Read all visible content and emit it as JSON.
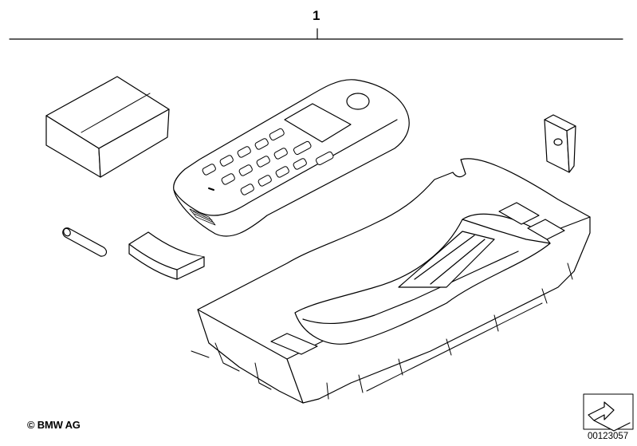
{
  "diagram": {
    "part_number": "1",
    "copyright": "© BMW AG",
    "document_number": "00123057",
    "items": [
      "box-icon",
      "handset-icon",
      "pin-icon",
      "cover-clip-icon",
      "bracket-icon",
      "cradle-holder-icon"
    ]
  },
  "colors": {
    "line": "#000000",
    "background": "#ffffff"
  }
}
